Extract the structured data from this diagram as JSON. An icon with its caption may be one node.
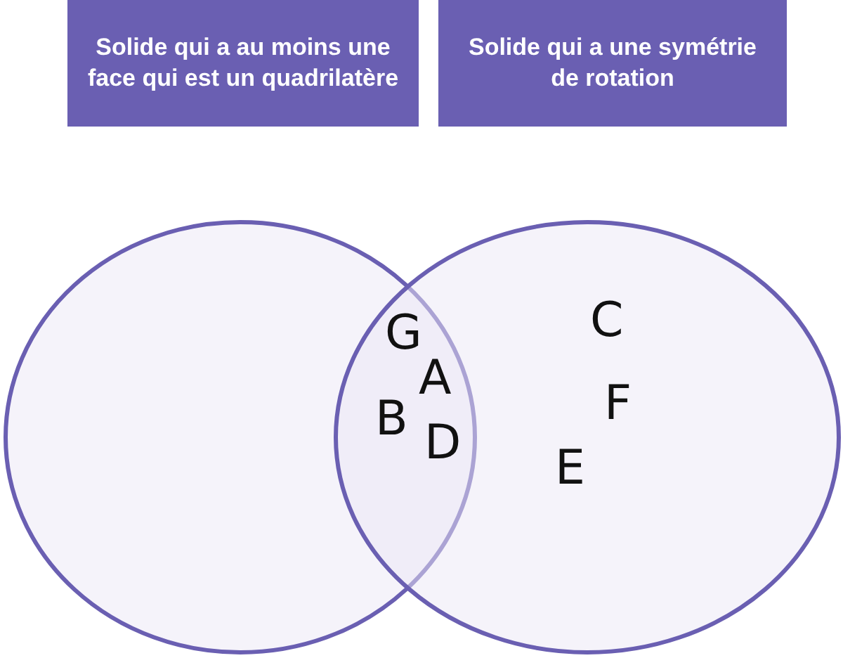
{
  "diagram": {
    "nodes": [
      {
        "text": [
          "Solide qui a au moins une face qui est un quadrilatère"
        ]
      },
      {
        "text": [
          "Solide qui a une symétrie de rotation"
        ]
      },
      {
        "text": [],
        "shape": "circle"
      },
      {
        "text": [],
        "shape": "circle"
      }
    ],
    "labels": [
      "G",
      "C",
      "A",
      "F",
      "B",
      "D",
      "E"
    ]
  }
}
